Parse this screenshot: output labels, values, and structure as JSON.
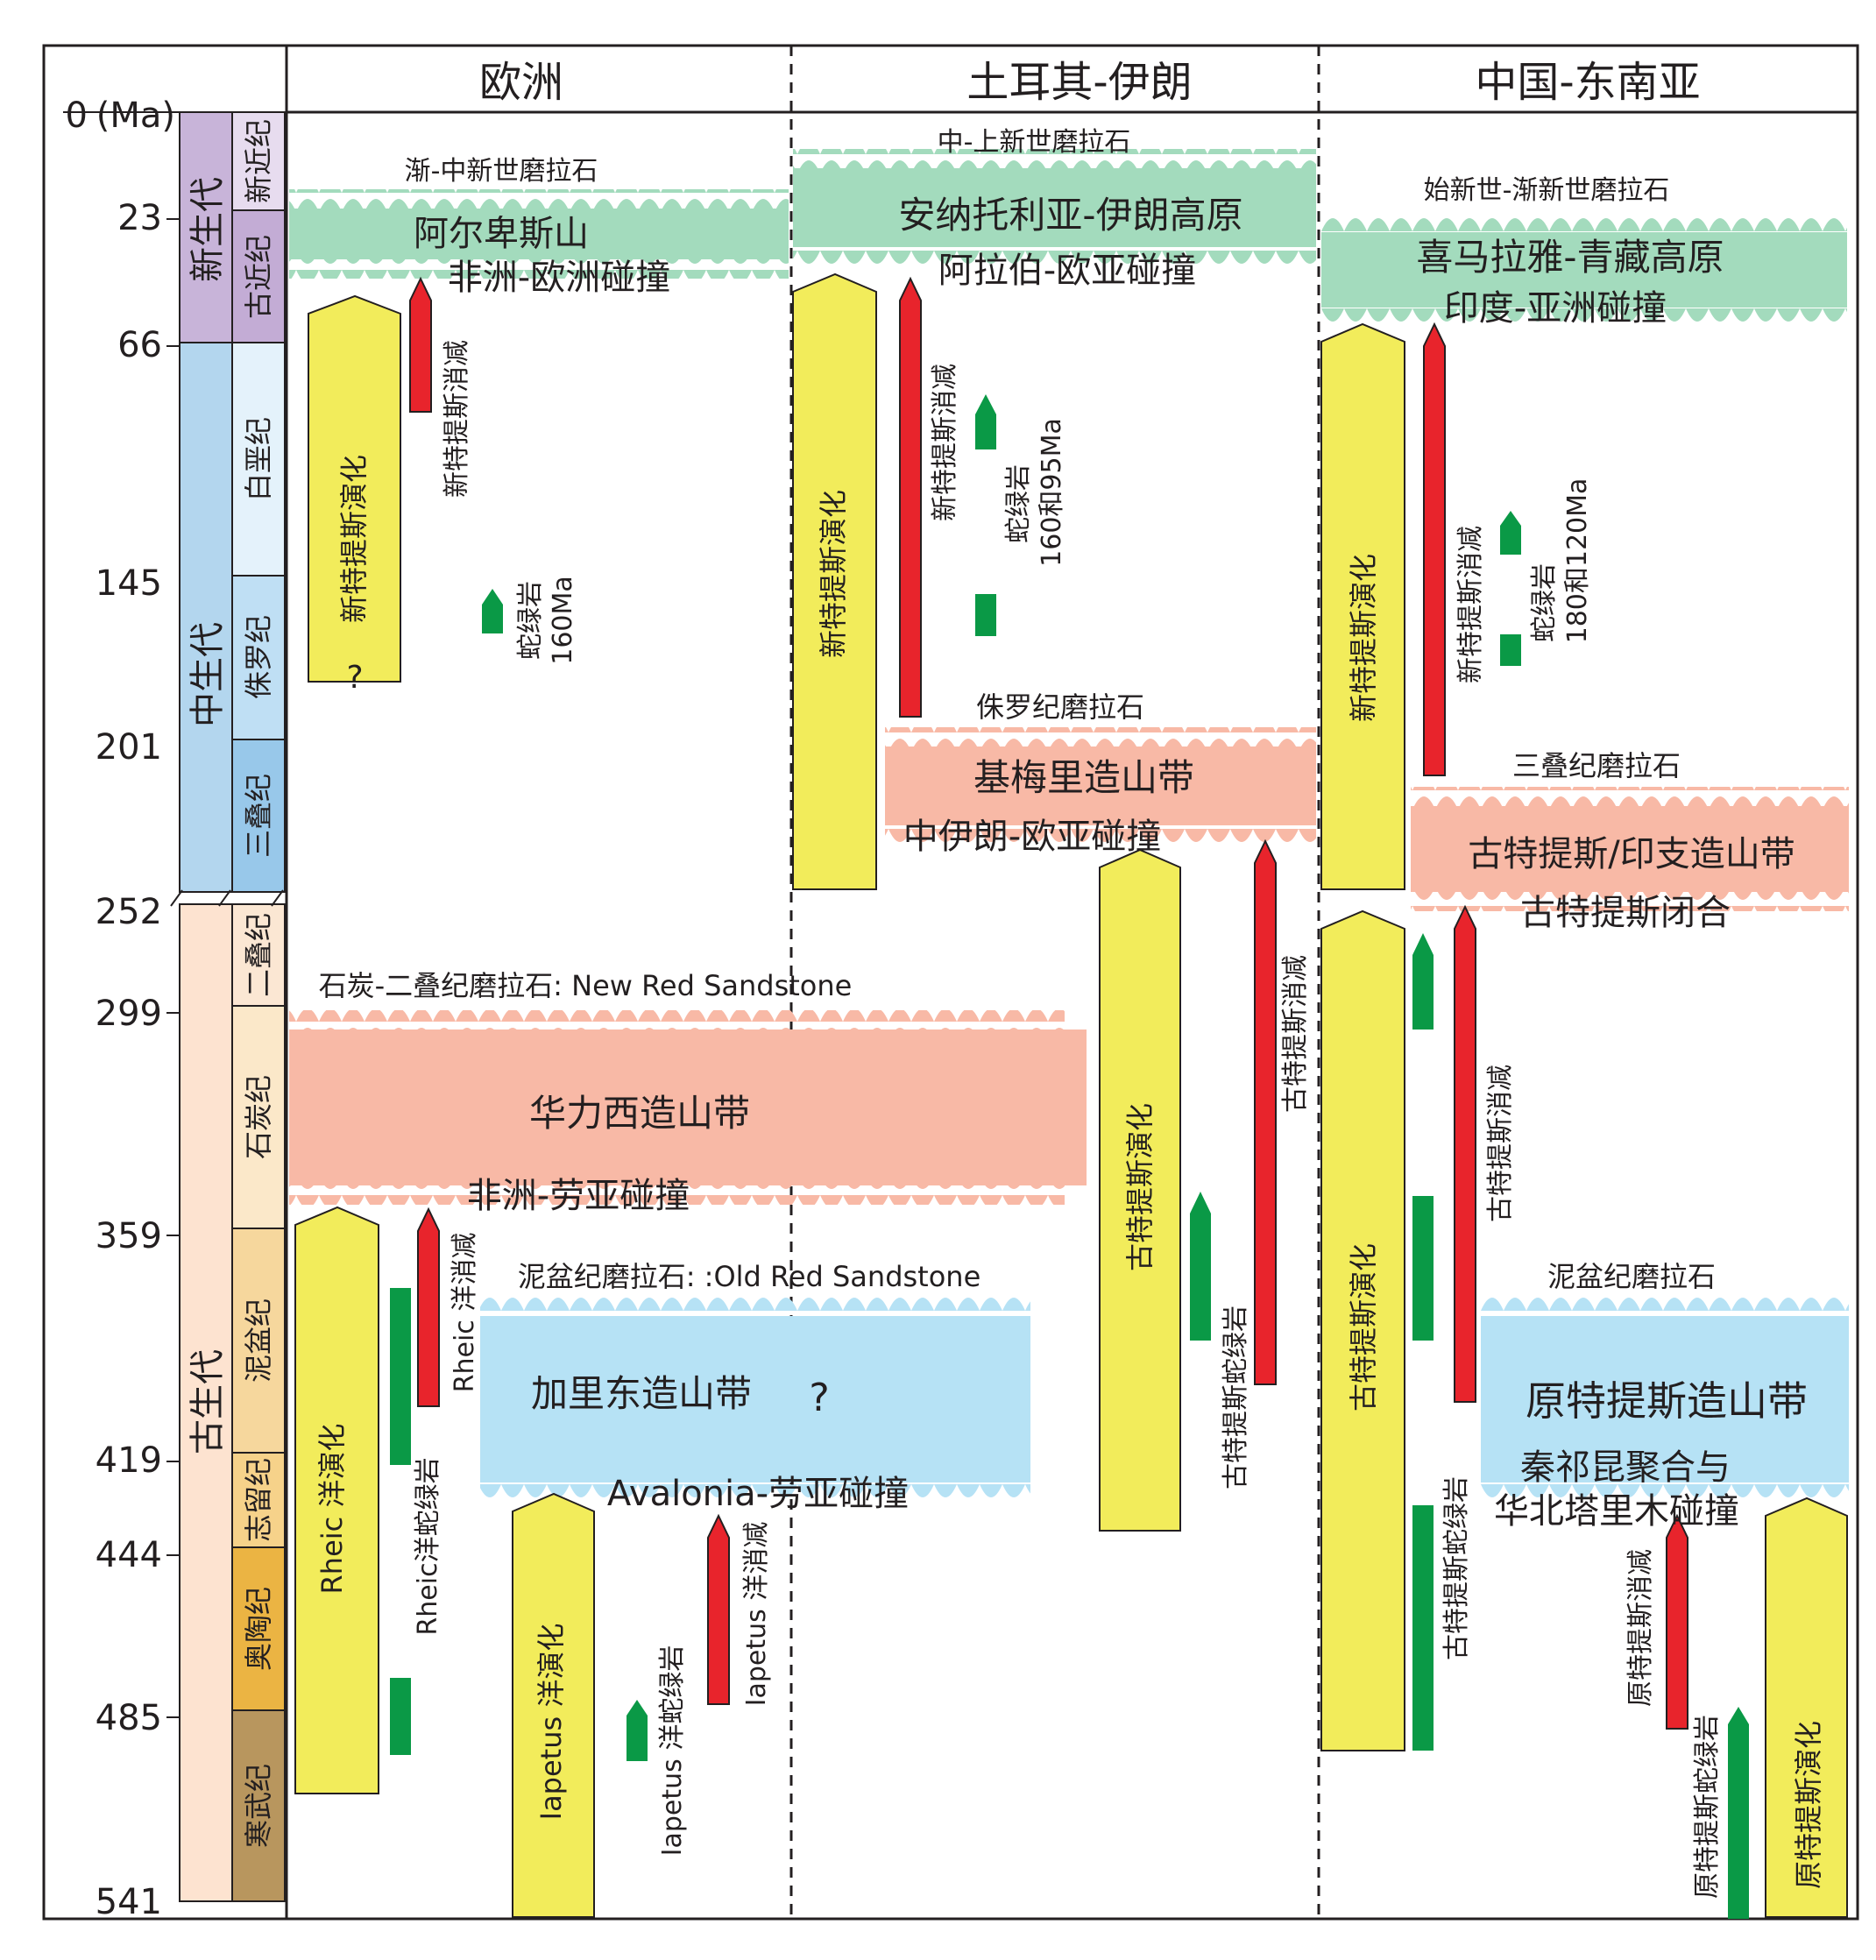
{
  "headers": {
    "europe": "欧洲",
    "turkey_iran": "土耳其-伊朗",
    "china_sea": "中国-东南亚"
  },
  "ages": {
    "a0": "0",
    "unit": "(Ma)",
    "a23": "23",
    "a66": "66",
    "a145": "145",
    "a201": "201",
    "a252": "252",
    "a299": "299",
    "a359": "359",
    "a419": "419",
    "a444": "444",
    "a485": "485",
    "a541": "541"
  },
  "eras": {
    "cenozoic": "新生代",
    "mesozoic": "中生代",
    "paleozoic": "古生代"
  },
  "periods": {
    "neogene": "新近纪",
    "paleogene": "古近纪",
    "cretaceous": "白垩纪",
    "jurassic": "侏罗纪",
    "triassic": "三叠纪",
    "permian": "二叠纪",
    "carboniferous": "石炭纪",
    "devonian": "泥盆纪",
    "silurian": "志留纪",
    "ordovician": "奥陶纪",
    "cambrian": "寒武纪"
  },
  "colors": {
    "cenozoic": "#c8b4d9",
    "mesozoic": "#b3d6ee",
    "paleozoic": "#fde3d0",
    "neogene": "#e7dcef",
    "paleogene": "#c3acd5",
    "cretaceous": "#e4f2fb",
    "jurassic": "#bfdff4",
    "triassic": "#98c8ea",
    "permian": "#fbe7d3",
    "carboniferous": "#fbe8c9",
    "devonian": "#f6d79d",
    "silurian": "#f6d28a",
    "ordovician": "#ebb443",
    "cambrian": "#b8965e",
    "yellow": "#f2ec5b",
    "red": "#e8242c",
    "green": "#0a9946",
    "green_band": "#a3dbbd",
    "salmon_band": "#f8b9a6",
    "blue_band": "#b6e2f5"
  },
  "europe": {
    "molasse_top": "渐-中新世磨拉石",
    "alps": "阿尔卑斯山",
    "africa_europe": "非洲-欧洲碰撞",
    "neotethys_evo": "新特提斯演化",
    "neotethys_sub": "新特提斯消减",
    "question": "?",
    "ophiolite": "蛇绿岩",
    "ophiolite_age": "160Ma",
    "molasse_carb": "石炭-二叠纪磨拉石: New Red Sandstone",
    "variscan": "华力西造山带",
    "africa_laurasia": "非洲-劳亚碰撞",
    "molasse_dev": "泥盆纪磨拉石: :Old Red Sandstone",
    "caledonian": "加里东造山带",
    "question2": "?",
    "avalonia": "Avalonia-劳亚碰撞",
    "rheic_evo": "Rheic 洋演化",
    "rheic_sub": "Rheic 洋消减",
    "rheic_oph": "Rheic洋蛇绿岩",
    "iapetus_evo": "Iapetus 洋演化",
    "iapetus_oph": "Iapetus 洋蛇绿岩",
    "iapetus_sub": "Iapetus 洋消减"
  },
  "turkey": {
    "molasse_top": "中-上新世磨拉石",
    "plateau": "安纳托利亚-伊朗高原",
    "arabia_eurasia": "阿拉伯-欧亚碰撞",
    "neotethys_evo": "新特提斯演化",
    "neotethys_sub": "新特提斯消减",
    "ophiolite": "蛇绿岩",
    "ophiolite_age": "160和95Ma",
    "molasse_jur": "侏罗纪磨拉石",
    "cimmerian": "基梅里造山带",
    "iran_eurasia": "中伊朗-欧亚碰撞",
    "paleotethys_evo": "古特提斯演化",
    "paleotethys_sub": "古特提斯消减",
    "paleotethys_oph": "古特提斯蛇绿岩"
  },
  "china": {
    "molasse_top": "始新世-渐新世磨拉石",
    "himalaya": "喜马拉雅-青藏高原",
    "india_asia": "印度-亚洲碰撞",
    "neotethys_evo": "新特提斯演化",
    "neotethys_sub": "新特提斯消减",
    "ophiolite": "蛇绿岩",
    "ophiolite_age": "180和120Ma",
    "molasse_tri": "三叠纪磨拉石",
    "indosinian": "古特提斯/印支造山带",
    "paleotethys_close": "古特提斯闭合",
    "paleotethys_evo": "古特提斯演化",
    "paleotethys_sub": "古特提斯消减",
    "paleotethys_oph": "古特提斯蛇绿岩",
    "molasse_dev": "泥盆纪磨拉石",
    "prototethys_orogen": "原特提斯造山带",
    "qinling_1": "秦祁昆聚合与",
    "qinling_2": "华北塔里木碰撞",
    "prototethys_sub": "原特提斯消减",
    "prototethys_oph": "原特提斯蛇绿岩",
    "prototethys_evo": "原特提斯演化"
  }
}
